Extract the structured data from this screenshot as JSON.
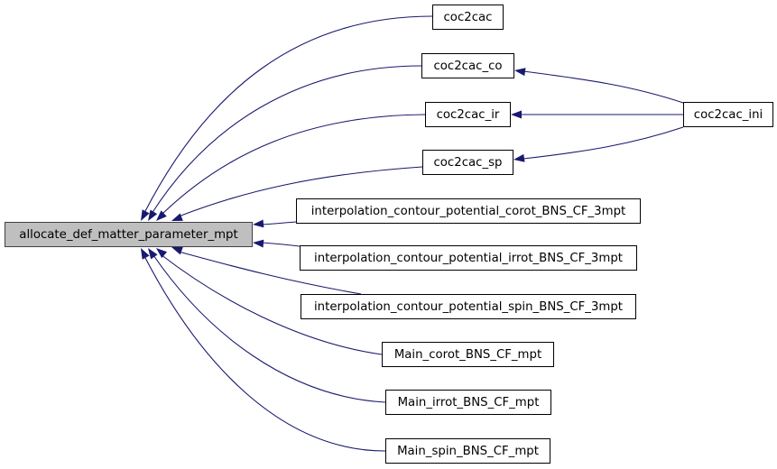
{
  "graph": {
    "edge_color": "#191970",
    "root": {
      "id": "root",
      "label": "allocate_def_matter_parameter_mpt",
      "fill": "#bfbfbf"
    },
    "nodes": [
      {
        "id": "coc2cac",
        "label": "coc2cac"
      },
      {
        "id": "coc2cac_co",
        "label": "coc2cac_co"
      },
      {
        "id": "coc2cac_ir",
        "label": "coc2cac_ir"
      },
      {
        "id": "coc2cac_sp",
        "label": "coc2cac_sp"
      },
      {
        "id": "coc2cac_ini",
        "label": "coc2cac_ini"
      },
      {
        "id": "interp_corot",
        "label": "interpolation_contour_potential_corot_BNS_CF_3mpt"
      },
      {
        "id": "interp_irrot",
        "label": "interpolation_contour_potential_irrot_BNS_CF_3mpt"
      },
      {
        "id": "interp_spin",
        "label": "interpolation_contour_potential_spin_BNS_CF_3mpt"
      },
      {
        "id": "main_corot",
        "label": "Main_corot_BNS_CF_mpt"
      },
      {
        "id": "main_irrot",
        "label": "Main_irrot_BNS_CF_mpt"
      },
      {
        "id": "main_spin",
        "label": "Main_spin_BNS_CF_mpt"
      }
    ],
    "edges": [
      {
        "from": "coc2cac",
        "to": "root"
      },
      {
        "from": "coc2cac_co",
        "to": "root"
      },
      {
        "from": "coc2cac_ir",
        "to": "root"
      },
      {
        "from": "coc2cac_sp",
        "to": "root"
      },
      {
        "from": "interp_corot",
        "to": "root"
      },
      {
        "from": "interp_irrot",
        "to": "root"
      },
      {
        "from": "interp_spin",
        "to": "root"
      },
      {
        "from": "main_corot",
        "to": "root"
      },
      {
        "from": "main_irrot",
        "to": "root"
      },
      {
        "from": "main_spin",
        "to": "root"
      },
      {
        "from": "coc2cac_ini",
        "to": "coc2cac_co"
      },
      {
        "from": "coc2cac_ini",
        "to": "coc2cac_ir"
      },
      {
        "from": "coc2cac_ini",
        "to": "coc2cac_sp"
      }
    ]
  }
}
